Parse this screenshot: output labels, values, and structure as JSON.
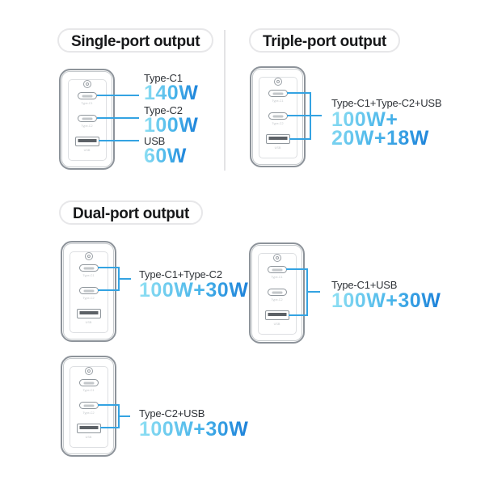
{
  "colors": {
    "background": "#ffffff",
    "connector_line": "#34a3e2",
    "wattage_gradient_start": "#90e0f3",
    "wattage_gradient_mid": "#49b5ea",
    "wattage_gradient_end": "#1b80d9",
    "label_text": "#2f3338",
    "header_text": "#17181a",
    "header_border": "#e7e7e9",
    "charger_outline": "#8d939a",
    "divider": "#e3e3e5"
  },
  "sections": [
    {
      "id": "single",
      "title": "Single-port output",
      "entries": [
        {
          "label": "Type-C1",
          "value": "140W"
        },
        {
          "label": "Type-C2",
          "value": "100W"
        },
        {
          "label": "USB",
          "value": "60W"
        }
      ]
    },
    {
      "id": "triple",
      "title": "Triple-port output",
      "entries": [
        {
          "label": "Type-C1+Type-C2+USB",
          "value_line1": "100W+",
          "value_line2": "20W+18W"
        }
      ]
    },
    {
      "id": "dual",
      "title": "Dual-port output",
      "entries": [
        {
          "label": "Type-C1+Type-C2",
          "value": "100W+30W"
        },
        {
          "label": "Type-C1+USB",
          "value": "100W+30W"
        },
        {
          "label": "Type-C2+USB",
          "value": "100W+30W"
        }
      ]
    }
  ],
  "charger_ports": {
    "c1": "Type-C1",
    "c2": "Type-C2",
    "usb": "USB"
  }
}
